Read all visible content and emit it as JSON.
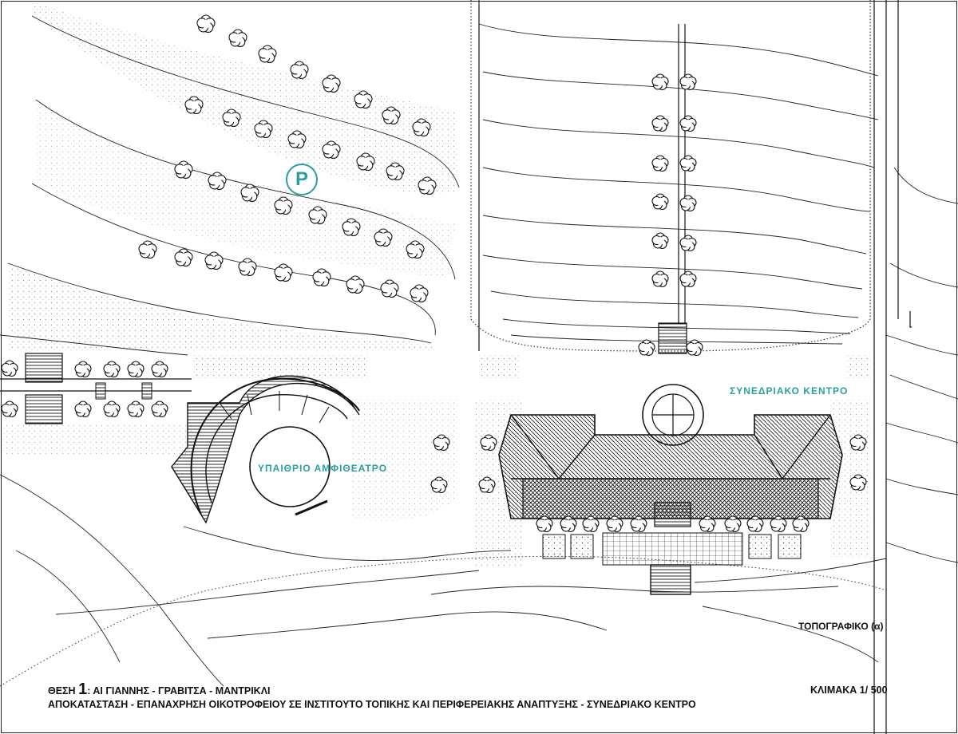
{
  "labels": {
    "parking_symbol": "P",
    "conference_center": "ΣΥΝΕΔΡΙΑΚΟ ΚΕΝΤΡΟ",
    "amphitheatre": "ΥΠΑΙΘΡΙΟ ΑΜΦΙΘΕΑΤΡΟ",
    "topographic": "ΤΟΠΟΓΡΑΦΙΚΟ (α)"
  },
  "footer": {
    "site_prefix": "ΘΕΣΗ",
    "site_number": "1",
    "site_name": ": ΑΙ ΓΙΑΝΝΗΣ - ΓΡΑΒΙΤΣΑ - ΜΑΝΤΡΙΚΛΙ",
    "project_description": "ΑΠΟΚΑΤΑΣΤΑΣΗ - ΕΠΑΝΑΧΡΗΣΗ ΟΙΚΟΤΡΟΦΕΙΟΥ ΣΕ ΙΝΣΤΙΤΟΥΤΟ ΤΟΠΙΚΗΣ ΚΑΙ ΠΕΡΙΦΕΡΕΙΑΚΗΣ ΑΝΑΠΤΥΞΗΣ - ΣΥΝΕΔΡΙΑΚΟ ΚΕΝΤΡΟ",
    "scale": "ΚΛΙΜΑΚΑ  1/ 500"
  },
  "colors": {
    "accent": "#2a9fa3",
    "ink": "#111111",
    "paper": "#ffffff"
  }
}
